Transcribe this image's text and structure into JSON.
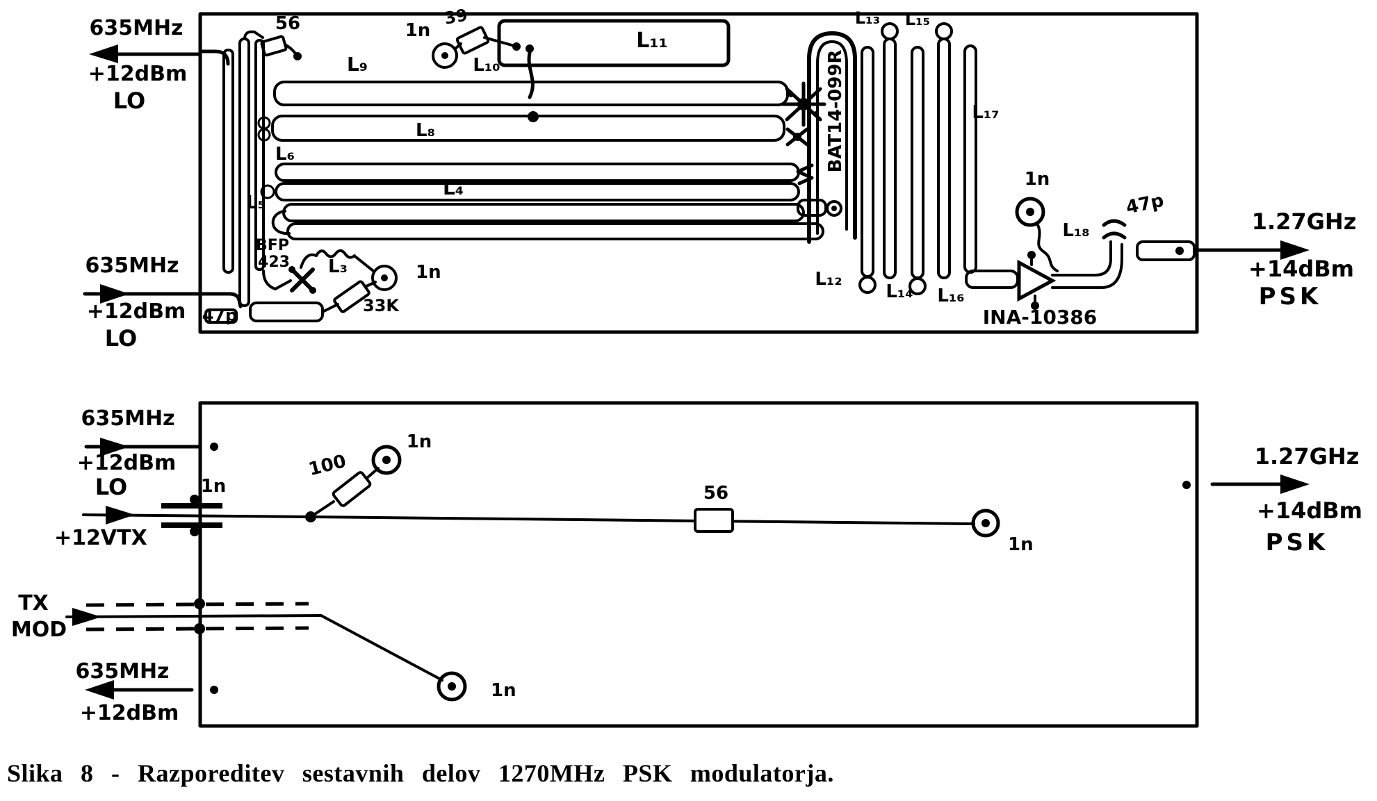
{
  "top_board": {
    "lo_out": {
      "freq": "635MHz",
      "power": "+12dBm",
      "label": "LO"
    },
    "lo_in": {
      "freq": "635MHz",
      "power": "+12dBm",
      "label": "LO"
    },
    "psk_out": {
      "freq": "1.27GHz",
      "power": "+14dBm",
      "label": "PSK"
    },
    "parts": {
      "r56": "56",
      "c1n_top": "1n",
      "r39": "39",
      "l3": "L₃",
      "l4": "L₄",
      "l5": "L₅",
      "l6": "L₆",
      "l8": "L₈",
      "l9": "L₉",
      "l10": "L₁₀",
      "l11": "L₁₁",
      "l12": "L₁₂",
      "l13": "L₁₃",
      "l14": "L₁₄",
      "l15": "L₁₅",
      "l16": "L₁₆",
      "l17": "L₁₇",
      "l18": "L₁₈",
      "bfp1": "BFP",
      "bfp2": "423",
      "r33k": "33K",
      "c1n_mix": "1n",
      "c47p_in": "47p",
      "diode": "BAT14-099R",
      "c1n_amp": "1n",
      "amp": "INA-10386",
      "c47p_out": "47p"
    }
  },
  "bottom_board": {
    "lo_in": {
      "freq": "635MHz",
      "power": "+12dBm",
      "label": "LO"
    },
    "vtx": "+12VTX",
    "tx1": "TX",
    "tx2": "MOD",
    "lo_out": {
      "freq": "635MHz",
      "power": "+12dBm"
    },
    "psk_out": {
      "freq": "1.27GHz",
      "power": "+14dBm",
      "label": "PSK"
    },
    "parts": {
      "c1n_ft": "1n",
      "r100": "100",
      "c1n_r100": "1n",
      "r56": "56",
      "c1n_line": "1n",
      "c1n_mod": "1n"
    }
  },
  "caption": "Slika 8 - Razporeditev sestavnih delov 1270MHz PSK modulatorja."
}
